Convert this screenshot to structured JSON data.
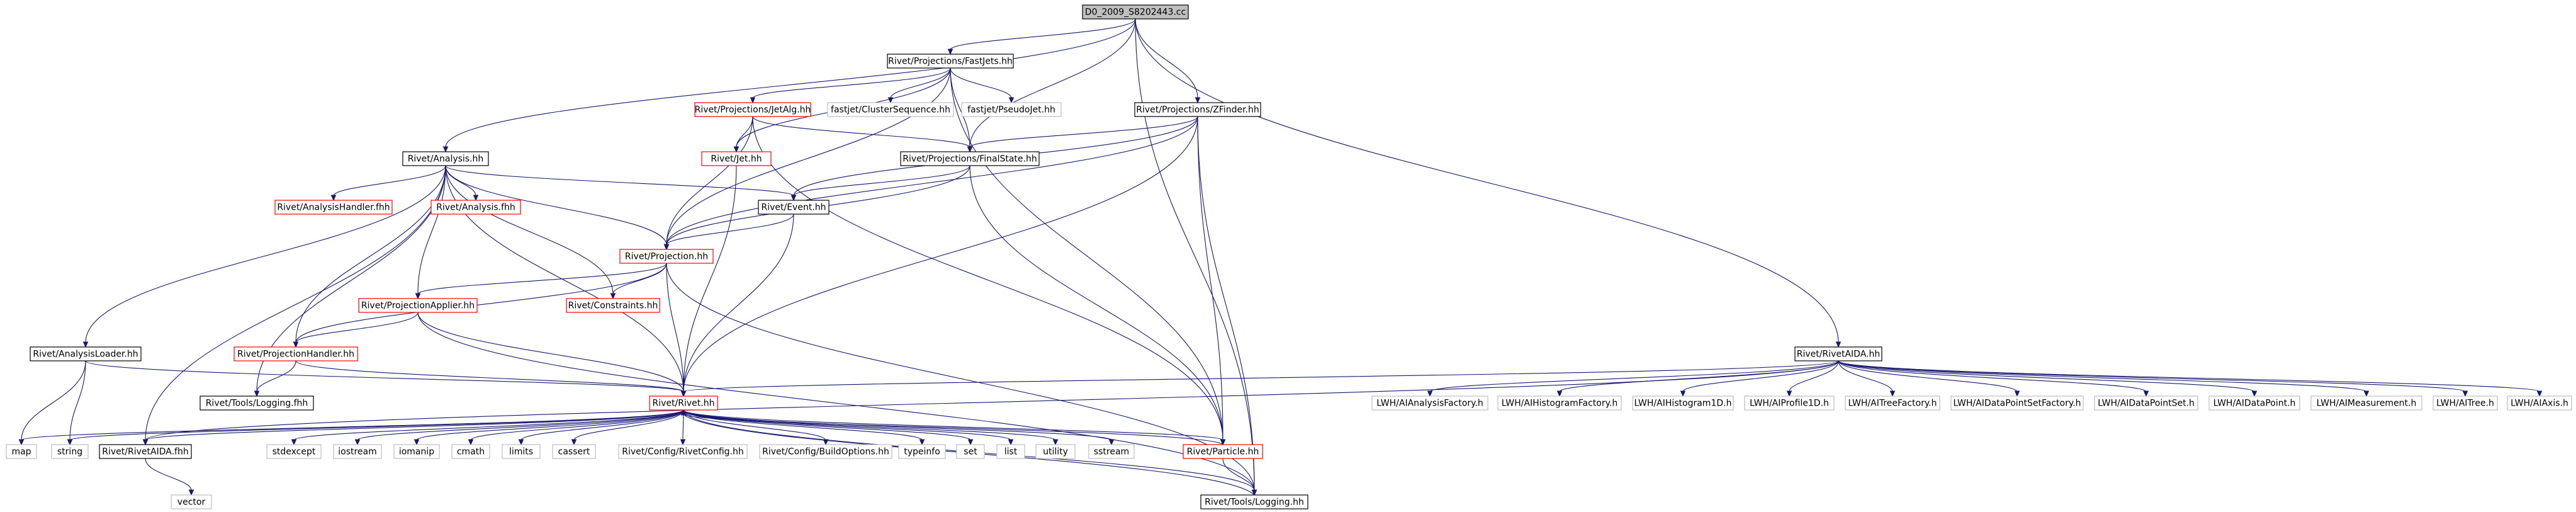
{
  "diagram": {
    "colors": {
      "root_fill": "#bfbfbf",
      "black_border": "#000000",
      "red_border": "#ff0000",
      "missing_border": "#bfbfbf",
      "edge": "#191970",
      "text": "#000000"
    },
    "nodes": [
      {
        "id": "root",
        "label": "D0_2009_S8202443.cc",
        "style": "root"
      },
      {
        "id": "fastjets",
        "label": "Rivet/Projections/FastJets.hh",
        "style": "black"
      },
      {
        "id": "jetalg",
        "label": "Rivet/Projections/JetAlg.hh",
        "style": "red"
      },
      {
        "id": "clusterseq",
        "label": "fastjet/ClusterSequence.hh",
        "style": "missing"
      },
      {
        "id": "pseudojet",
        "label": "fastjet/PseudoJet.hh",
        "style": "missing"
      },
      {
        "id": "zfinder",
        "label": "Rivet/Projections/ZFinder.hh",
        "style": "black"
      },
      {
        "id": "analysis",
        "label": "Rivet/Analysis.hh",
        "style": "black"
      },
      {
        "id": "jet",
        "label": "Rivet/Jet.hh",
        "style": "red"
      },
      {
        "id": "finalstate",
        "label": "Rivet/Projections/FinalState.hh",
        "style": "black"
      },
      {
        "id": "analysishandlerfhh",
        "label": "Rivet/AnalysisHandler.fhh",
        "style": "red"
      },
      {
        "id": "analysisfhh",
        "label": "Rivet/Analysis.fhh",
        "style": "red"
      },
      {
        "id": "event",
        "label": "Rivet/Event.hh",
        "style": "black"
      },
      {
        "id": "projection",
        "label": "Rivet/Projection.hh",
        "style": "red"
      },
      {
        "id": "projapplier",
        "label": "Rivet/ProjectionApplier.hh",
        "style": "red"
      },
      {
        "id": "constraints",
        "label": "Rivet/Constraints.hh",
        "style": "red"
      },
      {
        "id": "analysisloader",
        "label": "Rivet/AnalysisLoader.hh",
        "style": "black"
      },
      {
        "id": "projhandler",
        "label": "Rivet/ProjectionHandler.hh",
        "style": "red"
      },
      {
        "id": "loggingfhh",
        "label": "Rivet/Tools/Logging.fhh",
        "style": "black"
      },
      {
        "id": "rivethh",
        "label": "Rivet/Rivet.hh",
        "style": "red"
      },
      {
        "id": "rivetaida",
        "label": "Rivet/RivetAIDA.hh",
        "style": "black"
      },
      {
        "id": "map",
        "label": "map",
        "style": "missing"
      },
      {
        "id": "string",
        "label": "string",
        "style": "missing"
      },
      {
        "id": "rivetaidafhh",
        "label": "Rivet/RivetAIDA.fhh",
        "style": "black"
      },
      {
        "id": "stdexcept",
        "label": "stdexcept",
        "style": "missing"
      },
      {
        "id": "iostream",
        "label": "iostream",
        "style": "missing"
      },
      {
        "id": "iomanip",
        "label": "iomanip",
        "style": "missing"
      },
      {
        "id": "cmath",
        "label": "cmath",
        "style": "missing"
      },
      {
        "id": "limits",
        "label": "limits",
        "style": "missing"
      },
      {
        "id": "cassert",
        "label": "cassert",
        "style": "missing"
      },
      {
        "id": "rivetconfig",
        "label": "Rivet/Config/RivetConfig.hh",
        "style": "missing"
      },
      {
        "id": "buildoptions",
        "label": "Rivet/Config/BuildOptions.hh",
        "style": "missing"
      },
      {
        "id": "typeinfo",
        "label": "typeinfo",
        "style": "missing"
      },
      {
        "id": "set",
        "label": "set",
        "style": "missing"
      },
      {
        "id": "list",
        "label": "list",
        "style": "missing"
      },
      {
        "id": "utility",
        "label": "utility",
        "style": "missing"
      },
      {
        "id": "sstream",
        "label": "sstream",
        "style": "missing"
      },
      {
        "id": "particle",
        "label": "Rivet/Particle.hh",
        "style": "red"
      },
      {
        "id": "vector",
        "label": "vector",
        "style": "missing"
      },
      {
        "id": "logginghh",
        "label": "Rivet/Tools/Logging.hh",
        "style": "black"
      },
      {
        "id": "lwh1",
        "label": "LWH/AIAnalysisFactory.h",
        "style": "missing"
      },
      {
        "id": "lwh2",
        "label": "LWH/AIHistogramFactory.h",
        "style": "missing"
      },
      {
        "id": "lwh3",
        "label": "LWH/AIHistogram1D.h",
        "style": "missing"
      },
      {
        "id": "lwh4",
        "label": "LWH/AIProfile1D.h",
        "style": "missing"
      },
      {
        "id": "lwh5",
        "label": "LWH/AITreeFactory.h",
        "style": "missing"
      },
      {
        "id": "lwh6",
        "label": "LWH/AIDataPointSetFactory.h",
        "style": "missing"
      },
      {
        "id": "lwh7",
        "label": "LWH/AIDataPointSet.h",
        "style": "missing"
      },
      {
        "id": "lwh8",
        "label": "LWH/AIDataPoint.h",
        "style": "missing"
      },
      {
        "id": "lwh9",
        "label": "LWH/AIMeasurement.h",
        "style": "missing"
      },
      {
        "id": "lwh10",
        "label": "LWH/AITree.h",
        "style": "missing"
      },
      {
        "id": "lwh11",
        "label": "LWH/AIAxis.h",
        "style": "missing"
      }
    ],
    "edges": [
      [
        "root",
        "fastjets"
      ],
      [
        "root",
        "zfinder"
      ],
      [
        "root",
        "analysis"
      ],
      [
        "root",
        "rivetaida"
      ],
      [
        "root",
        "finalstate"
      ],
      [
        "root",
        "logginghh"
      ],
      [
        "fastjets",
        "jetalg"
      ],
      [
        "fastjets",
        "clusterseq"
      ],
      [
        "fastjets",
        "pseudojet"
      ],
      [
        "fastjets",
        "jet"
      ],
      [
        "fastjets",
        "finalstate"
      ],
      [
        "fastjets",
        "projection"
      ],
      [
        "fastjets",
        "particle"
      ],
      [
        "jetalg",
        "jet"
      ],
      [
        "jetalg",
        "finalstate"
      ],
      [
        "jetalg",
        "projection"
      ],
      [
        "jetalg",
        "particle"
      ],
      [
        "zfinder",
        "finalstate"
      ],
      [
        "zfinder",
        "event"
      ],
      [
        "zfinder",
        "projection"
      ],
      [
        "zfinder",
        "rivethh"
      ],
      [
        "zfinder",
        "particle"
      ],
      [
        "zfinder",
        "logginghh"
      ],
      [
        "analysis",
        "analysishandlerfhh"
      ],
      [
        "analysis",
        "analysisfhh"
      ],
      [
        "analysis",
        "event"
      ],
      [
        "analysis",
        "projection"
      ],
      [
        "analysis",
        "projapplier"
      ],
      [
        "analysis",
        "constraints"
      ],
      [
        "analysis",
        "projhandler"
      ],
      [
        "analysis",
        "analysisloader"
      ],
      [
        "analysis",
        "loggingfhh"
      ],
      [
        "analysis",
        "rivethh"
      ],
      [
        "analysis",
        "rivetaidafhh"
      ],
      [
        "jet",
        "rivethh"
      ],
      [
        "finalstate",
        "projection"
      ],
      [
        "finalstate",
        "particle"
      ],
      [
        "finalstate",
        "event"
      ],
      [
        "event",
        "projection"
      ],
      [
        "event",
        "rivethh"
      ],
      [
        "projection",
        "projapplier"
      ],
      [
        "projection",
        "constraints"
      ],
      [
        "projection",
        "projhandler"
      ],
      [
        "projection",
        "rivethh"
      ],
      [
        "projection",
        "logginghh"
      ],
      [
        "projapplier",
        "projhandler"
      ],
      [
        "projapplier",
        "rivethh"
      ],
      [
        "projapplier",
        "logginghh"
      ],
      [
        "projhandler",
        "loggingfhh"
      ],
      [
        "projhandler",
        "rivethh"
      ],
      [
        "analysisloader",
        "rivethh"
      ],
      [
        "analysisloader",
        "map"
      ],
      [
        "analysisloader",
        "string"
      ],
      [
        "rivethh",
        "map"
      ],
      [
        "rivethh",
        "string"
      ],
      [
        "rivethh",
        "rivetaidafhh"
      ],
      [
        "rivethh",
        "stdexcept"
      ],
      [
        "rivethh",
        "iostream"
      ],
      [
        "rivethh",
        "iomanip"
      ],
      [
        "rivethh",
        "cmath"
      ],
      [
        "rivethh",
        "limits"
      ],
      [
        "rivethh",
        "cassert"
      ],
      [
        "rivethh",
        "rivetconfig"
      ],
      [
        "rivethh",
        "buildoptions"
      ],
      [
        "rivethh",
        "typeinfo"
      ],
      [
        "rivethh",
        "set"
      ],
      [
        "rivethh",
        "list"
      ],
      [
        "rivethh",
        "utility"
      ],
      [
        "rivethh",
        "sstream"
      ],
      [
        "rivethh",
        "particle"
      ],
      [
        "rivethh",
        "logginghh"
      ],
      [
        "rivetaidafhh",
        "vector"
      ],
      [
        "particle",
        "rivethh"
      ],
      [
        "particle",
        "logginghh"
      ],
      [
        "logginghh",
        "rivethh"
      ],
      [
        "rivetaida",
        "rivethh"
      ],
      [
        "rivetaida",
        "rivetaidafhh"
      ],
      [
        "rivetaida",
        "lwh1"
      ],
      [
        "rivetaida",
        "lwh2"
      ],
      [
        "rivetaida",
        "lwh3"
      ],
      [
        "rivetaida",
        "lwh4"
      ],
      [
        "rivetaida",
        "lwh5"
      ],
      [
        "rivetaida",
        "lwh6"
      ],
      [
        "rivetaida",
        "lwh7"
      ],
      [
        "rivetaida",
        "lwh8"
      ],
      [
        "rivetaida",
        "lwh9"
      ],
      [
        "rivetaida",
        "lwh10"
      ],
      [
        "rivetaida",
        "lwh11"
      ]
    ]
  }
}
